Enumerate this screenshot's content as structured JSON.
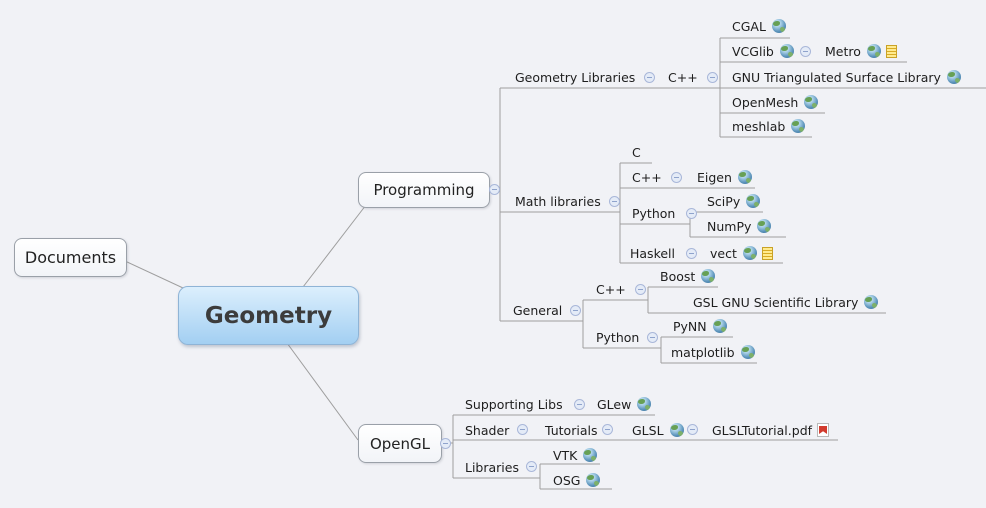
{
  "map": {
    "documents": "Documents",
    "root": "Geometry",
    "programming": {
      "label": "Programming",
      "geometry_libraries": {
        "label": "Geometry Libraries",
        "cpp": {
          "label": "C++",
          "cgal": "CGAL",
          "vcglib": {
            "label": "VCGlib",
            "metro": "Metro"
          },
          "gnu": "GNU Triangulated Surface Library",
          "openmesh": "OpenMesh",
          "meshlab": "meshlab"
        }
      },
      "math_libraries": {
        "label": "Math libraries",
        "c": "C",
        "cpp": {
          "label": "C++",
          "eigen": "Eigen"
        },
        "python": {
          "label": "Python",
          "scipy": "SciPy",
          "numpy": "NumPy"
        },
        "haskell": {
          "label": "Haskell",
          "vect": "vect"
        }
      },
      "general": {
        "label": "General",
        "cpp": {
          "label": "C++",
          "boost": "Boost",
          "gsl": "GSL GNU Scientific Library"
        },
        "python": {
          "label": "Python",
          "pynn": "PyNN",
          "matplotlib": "matplotlib"
        }
      }
    },
    "opengl": {
      "label": "OpenGL",
      "supporting_libs": {
        "label": "Supporting Libs",
        "glew": "GLew"
      },
      "shader": {
        "label": "Shader",
        "tutorials": {
          "label": "Tutorials",
          "glsl": {
            "label": "GLSL",
            "tutorial_pdf": "GLSLTutorial.pdf"
          }
        }
      },
      "libraries": {
        "label": "Libraries",
        "vtk": "VTK",
        "osg": "OSG"
      }
    }
  },
  "icons": {
    "globe": "hyperlink-globe",
    "note": "note-attachment",
    "pdf": "pdf-file",
    "fold": "collapse-minus"
  },
  "colors": {
    "background": "#f1f2f6",
    "edge": "#9e9e9e",
    "root_gradient_top": "#dceffd",
    "root_gradient_bottom": "#a3cff2",
    "fold_fill": "#e4ebf7",
    "fold_border": "#a9b7d9",
    "note_yellow": "#ffeb8f",
    "pdf_red": "#d23b2e"
  }
}
